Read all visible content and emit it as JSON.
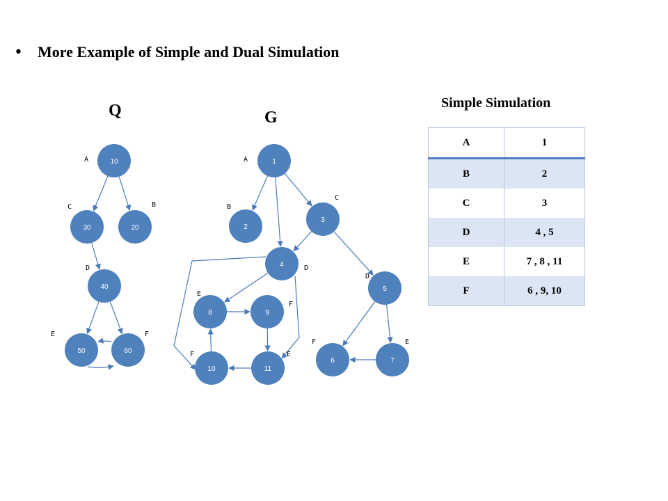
{
  "slide": {
    "bullet": "•",
    "title": "More Example of Simple and Dual Simulation"
  },
  "graph_q": {
    "label": "Q",
    "nodes": [
      {
        "id": "10",
        "label": "A"
      },
      {
        "id": "30",
        "label": "C"
      },
      {
        "id": "20",
        "label": "B"
      },
      {
        "id": "40",
        "label": "D"
      },
      {
        "id": "50",
        "label": "E"
      },
      {
        "id": "60",
        "label": "F"
      }
    ],
    "edges": [
      [
        "10",
        "30"
      ],
      [
        "10",
        "20"
      ],
      [
        "30",
        "40"
      ],
      [
        "40",
        "50"
      ],
      [
        "40",
        "60"
      ],
      [
        "60",
        "50"
      ],
      [
        "50",
        "60"
      ]
    ]
  },
  "graph_g": {
    "label": "G",
    "nodes": [
      {
        "id": "1",
        "label": "A"
      },
      {
        "id": "2",
        "label": "B"
      },
      {
        "id": "3",
        "label": "C"
      },
      {
        "id": "4",
        "label": "D"
      },
      {
        "id": "5",
        "label": "D"
      },
      {
        "id": "8",
        "label": "E"
      },
      {
        "id": "9",
        "label": "F"
      },
      {
        "id": "10",
        "label": "F"
      },
      {
        "id": "11",
        "label": "E"
      },
      {
        "id": "6",
        "label": "F"
      },
      {
        "id": "7",
        "label": "E"
      }
    ],
    "edges": [
      [
        "1",
        "2"
      ],
      [
        "1",
        "4"
      ],
      [
        "1",
        "3"
      ],
      [
        "3",
        "4"
      ],
      [
        "3",
        "5"
      ],
      [
        "4",
        "8"
      ],
      [
        "4",
        "10"
      ],
      [
        "4",
        "11"
      ],
      [
        "8",
        "9"
      ],
      [
        "9",
        "11"
      ],
      [
        "11",
        "10"
      ],
      [
        "10",
        "8"
      ],
      [
        "5",
        "6"
      ],
      [
        "5",
        "7"
      ],
      [
        "7",
        "6"
      ]
    ]
  },
  "simple_simulation": {
    "title": "Simple Simulation",
    "rows": [
      {
        "label": "A",
        "matches": "1"
      },
      {
        "label": "B",
        "matches": "2"
      },
      {
        "label": "C",
        "matches": "3"
      },
      {
        "label": "D",
        "matches": "4 ,  5"
      },
      {
        "label": "E",
        "matches": "7 , 8 , 11"
      },
      {
        "label": "F",
        "matches": "6 , 9, 10"
      }
    ],
    "strike_colors": {
      "red": "#e0312f",
      "yellow": "#f2c12e"
    }
  },
  "colors": {
    "node_fill": "#4f81bd",
    "edge": "#4a7ab8",
    "header_rule": "#4f7ec0",
    "row_band": "#dce5f3"
  }
}
